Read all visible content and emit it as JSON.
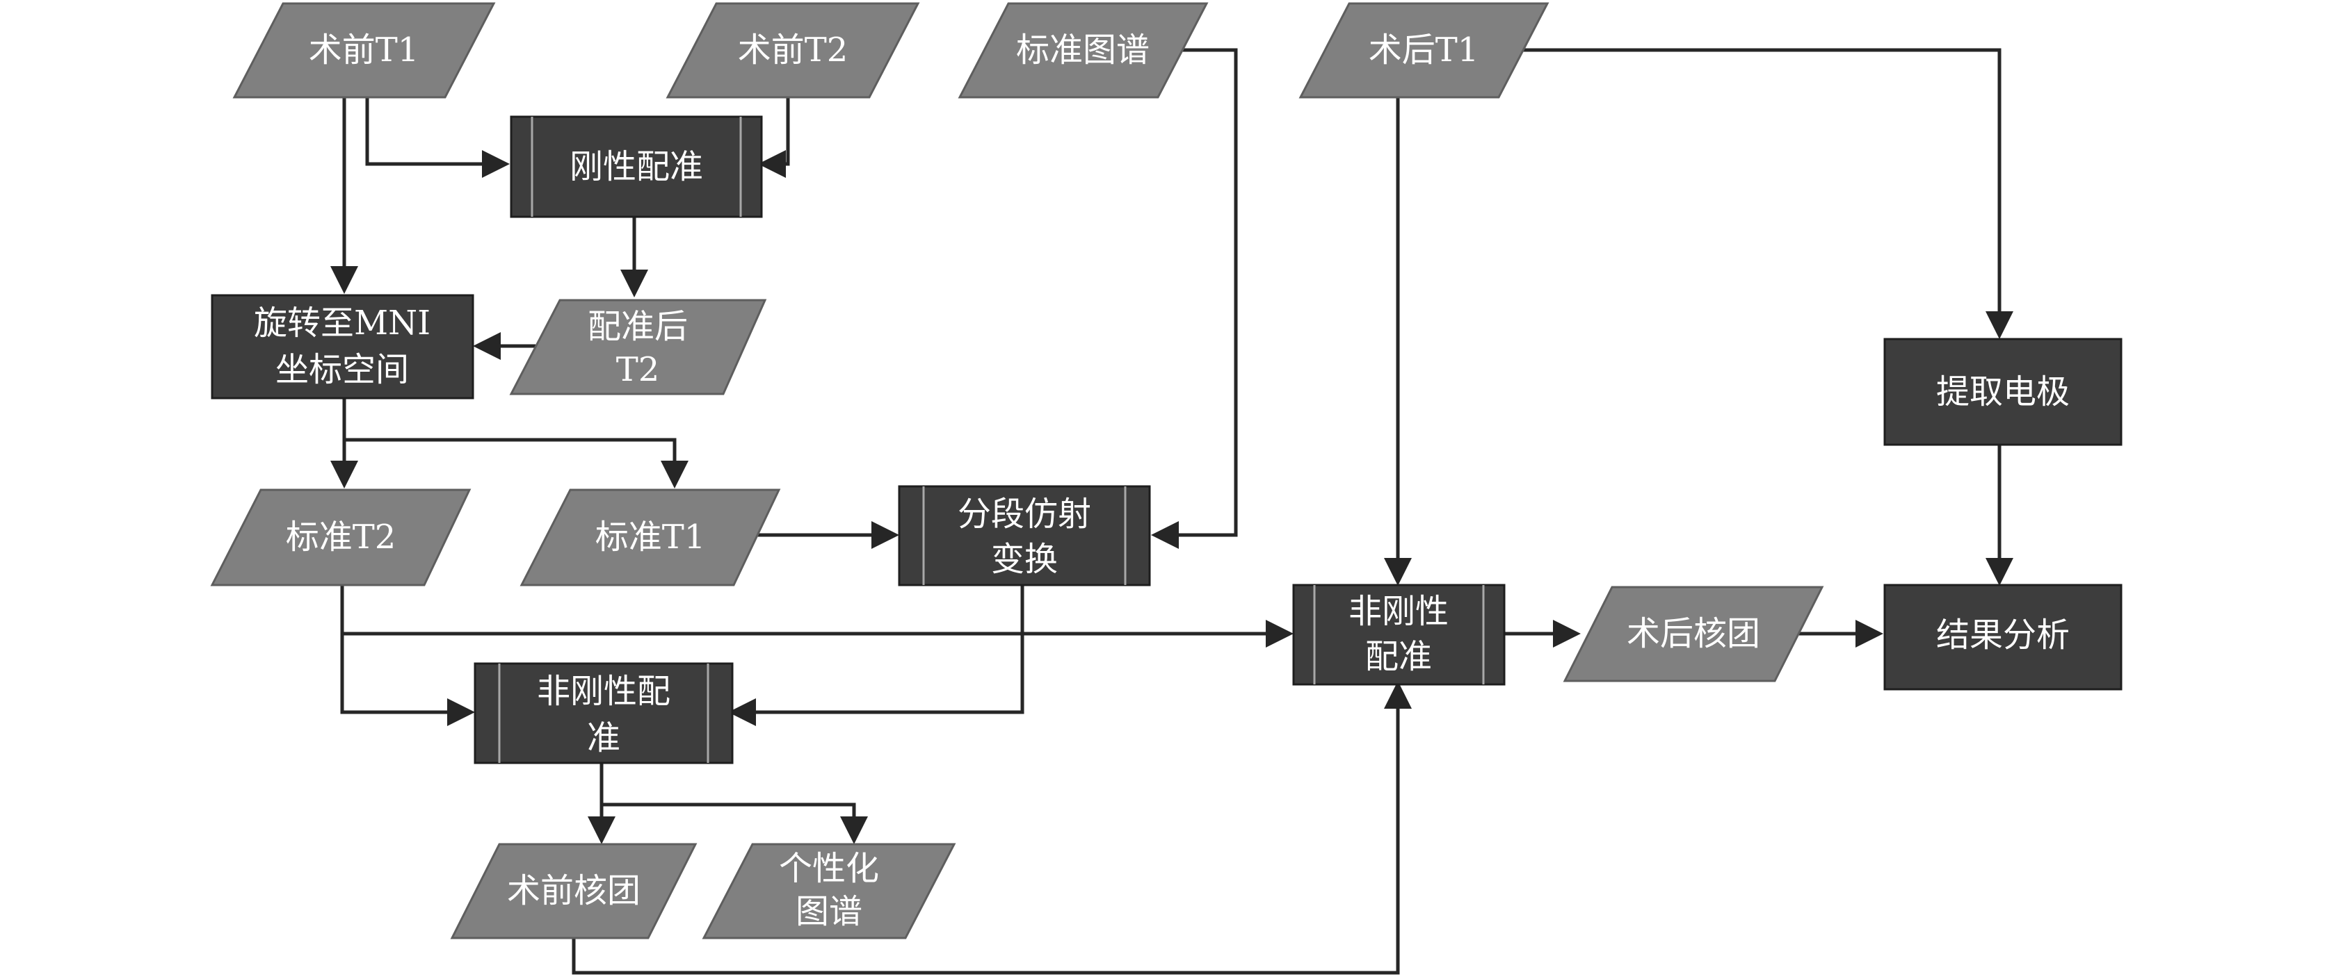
{
  "nodes": {
    "pre_t1": "术前T1",
    "pre_t2": "术前T2",
    "atlas": "标准图谱",
    "post_t1": "术后T1",
    "rigid_reg": "刚性配准",
    "rotate_mni_1": "旋转至MNI",
    "rotate_mni_2": "坐标空间",
    "reg_t2_1": "配准后",
    "reg_t2_2": "T2",
    "std_t2": "标准T2",
    "std_t1": "标准T1",
    "piecewise_1": "分段仿射",
    "piecewise_2": "变换",
    "nonrigid_left_1": "非刚性配",
    "nonrigid_left_2": "准",
    "nonrigid_right_1": "非刚性",
    "nonrigid_right_2": "配准",
    "post_nuclei": "术后核团",
    "extract_electrodes": "提取电极",
    "result_analysis": "结果分析",
    "pre_nuclei": "术前核团",
    "personal_atlas_1": "个性化",
    "personal_atlas_2": "图谱"
  }
}
